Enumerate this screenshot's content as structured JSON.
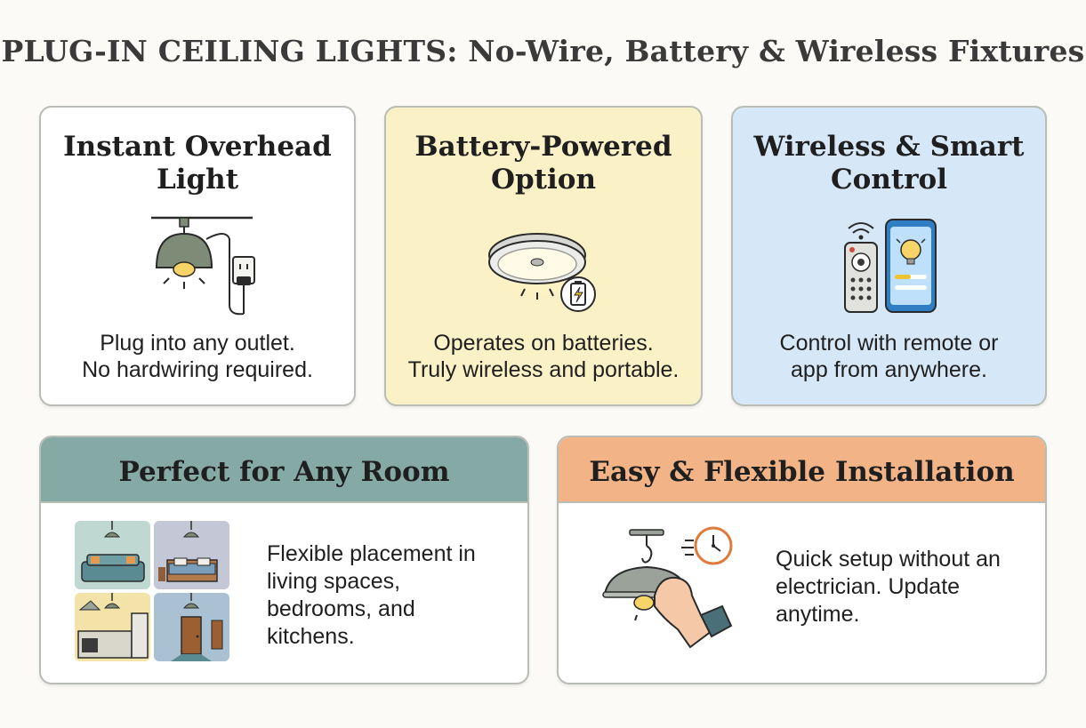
{
  "title": "PLUG-IN CEILING LIGHTS: No-Wire, Battery & Wireless Fixtures",
  "colors": {
    "card_plain": "#ffffff",
    "card_yellow": "#fbf1c6",
    "card_blue": "#d6e7f7",
    "header_teal": "#85aaa6",
    "header_orange": "#f2b386",
    "border": "#b9bdb6"
  },
  "cards": [
    {
      "title": "Instant Overhead Light",
      "desc": [
        "Plug into any outlet.",
        "No hardwiring required."
      ],
      "icon": "plug-in-pendant-lamp-icon"
    },
    {
      "title": "Battery-Powered Option",
      "desc": [
        "Operates on batteries.",
        "Truly wireless and portable."
      ],
      "icon": "battery-ceiling-light-icon"
    },
    {
      "title": "Wireless & Smart Control",
      "desc": [
        "Control with remote or",
        "app from anywhere."
      ],
      "icon": "remote-and-phone-app-icon"
    },
    {
      "title": "Perfect for Any Room",
      "desc": [
        "Flexible placement in",
        "living spaces,",
        "bedrooms, and",
        "kitchens."
      ],
      "icon": "rooms-collage-icon"
    },
    {
      "title": "Easy & Flexible Installation",
      "desc": [
        "Quick setup without an",
        "electrician. Update",
        "anytime."
      ],
      "icon": "hand-hanging-light-clock-icon"
    }
  ]
}
